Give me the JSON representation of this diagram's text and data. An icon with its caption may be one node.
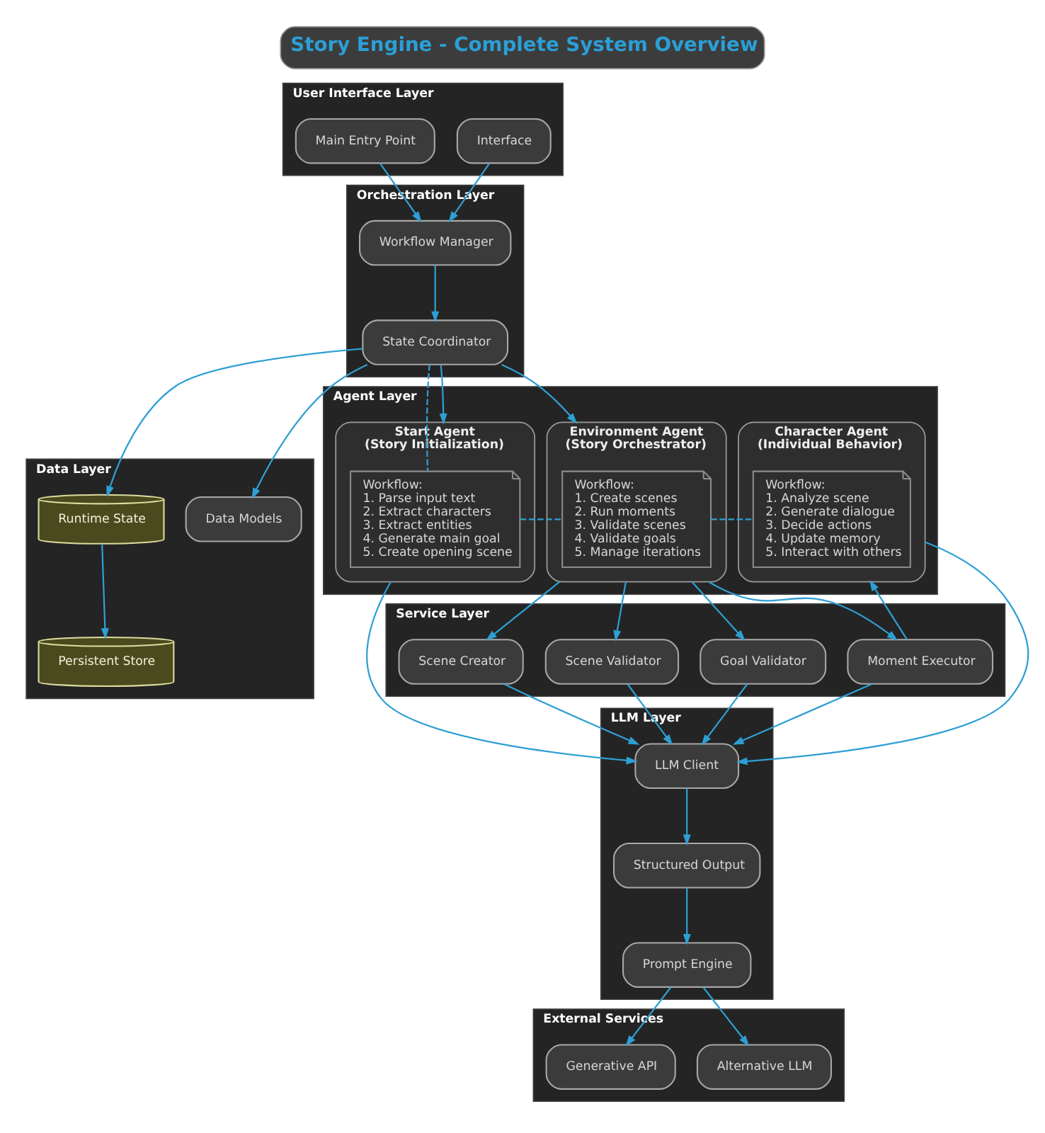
{
  "diagram": {
    "title": "Story Engine - Complete System Overview",
    "nodes": [
      {
        "text": [
          "User Interface Layer"
        ]
      },
      {
        "text": [
          "Main Entry Point"
        ],
        "in": 0
      },
      {
        "text": [
          "Interface"
        ],
        "in": 0
      },
      {
        "text": [
          "Orchestration Layer"
        ]
      },
      {
        "text": [
          "Workflow Manager"
        ],
        "in": 3
      },
      {
        "text": [
          "State Coordinator"
        ],
        "in": 3
      },
      {
        "text": [
          "Agent Layer"
        ]
      },
      {
        "text": [
          "Start Agent",
          "(Story Initialization)"
        ],
        "in": 6
      },
      {
        "text": [
          "Workflow:",
          "1. Parse input text",
          "2. Extract characters",
          "3. Extract entities",
          "4. Generate main goal",
          "5. Create opening scene"
        ],
        "in": 7
      },
      {
        "text": [
          "Environment Agent",
          "(Story Orchestrator)"
        ],
        "in": 6
      },
      {
        "text": [
          "Workflow:",
          "1. Create scenes",
          "2. Run moments",
          "3. Validate scenes",
          "4. Validate goals",
          "5. Manage iterations"
        ],
        "in": 9
      },
      {
        "text": [
          "Character Agent",
          "(Individual Behavior)"
        ],
        "in": 6
      },
      {
        "text": [
          "Workflow:",
          "1. Analyze scene",
          "2. Generate dialogue",
          "3. Decide actions",
          "4. Update memory",
          "5. Interact with others"
        ],
        "in": 11
      },
      {
        "text": [
          "Data Layer"
        ]
      },
      {
        "text": [
          "Runtime State"
        ],
        "in": 13
      },
      {
        "text": [
          "Data Models"
        ],
        "in": 13
      },
      {
        "text": [
          "Persistent Store"
        ],
        "in": 13
      },
      {
        "text": [
          "Service Layer"
        ]
      },
      {
        "text": [
          "Scene Creator"
        ],
        "in": 17
      },
      {
        "text": [
          "Scene Validator"
        ],
        "in": 17
      },
      {
        "text": [
          "Goal Validator"
        ],
        "in": 17
      },
      {
        "text": [
          "Moment Executor"
        ],
        "in": 17
      },
      {
        "text": [
          "LLM Layer"
        ]
      },
      {
        "text": [
          "LLM Client"
        ],
        "in": 22
      },
      {
        "text": [
          "Structured Output"
        ],
        "in": 22
      },
      {
        "text": [
          "Prompt Engine"
        ],
        "in": 22
      },
      {
        "text": [
          "External Services"
        ]
      },
      {
        "text": [
          "Generative API"
        ],
        "in": 26
      },
      {
        "text": [
          "Alternative LLM"
        ],
        "in": 26
      }
    ],
    "edges": [
      {
        "from": 1,
        "to": 4,
        "arrow": "to"
      },
      {
        "from": 2,
        "to": 4,
        "arrow": "to"
      },
      {
        "from": 4,
        "to": 5,
        "arrow": "to"
      },
      {
        "from": 5,
        "to": 14,
        "arrow": "to"
      },
      {
        "from": 5,
        "to": 15,
        "arrow": "to"
      },
      {
        "from": 5,
        "to": 8,
        "arrow": "none",
        "style": "dashed"
      },
      {
        "from": 5,
        "to": 7,
        "arrow": "to"
      },
      {
        "from": 5,
        "to": 9,
        "arrow": "to"
      },
      {
        "from": 8,
        "to": 10,
        "arrow": "none",
        "style": "dashed"
      },
      {
        "from": 10,
        "to": 12,
        "arrow": "none",
        "style": "dashed"
      },
      {
        "from": 7,
        "to": 23,
        "arrow": "to"
      },
      {
        "from": 9,
        "to": 18,
        "arrow": "to"
      },
      {
        "from": 9,
        "to": 19,
        "arrow": "to"
      },
      {
        "from": 9,
        "to": 20,
        "arrow": "to"
      },
      {
        "from": 9,
        "to": 21,
        "arrow": "to"
      },
      {
        "from": 21,
        "to": 11,
        "arrow": "to"
      },
      {
        "from": 11,
        "to": 23,
        "arrow": "to"
      },
      {
        "from": 18,
        "to": 23,
        "arrow": "to"
      },
      {
        "from": 19,
        "to": 23,
        "arrow": "to"
      },
      {
        "from": 20,
        "to": 23,
        "arrow": "to"
      },
      {
        "from": 21,
        "to": 23,
        "arrow": "to"
      },
      {
        "from": 23,
        "to": 24,
        "arrow": "to"
      },
      {
        "from": 24,
        "to": 25,
        "arrow": "to"
      },
      {
        "from": 25,
        "to": 27,
        "arrow": "to"
      },
      {
        "from": 25,
        "to": 28,
        "arrow": "to"
      },
      {
        "from": 14,
        "to": 16,
        "arrow": "to"
      }
    ]
  }
}
